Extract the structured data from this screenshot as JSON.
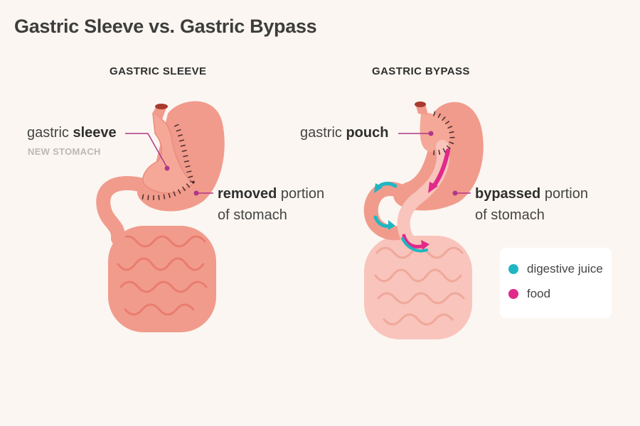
{
  "title": "Gastric Sleeve vs. Gastric Bypass",
  "sleeve": {
    "heading": "GASTRIC SLEEVE",
    "label_pre": "gastric ",
    "label_bold": "sleeve",
    "sublabel": "NEW STOMACH",
    "removed_bold": "removed",
    "removed_rest": " portion",
    "removed_line2": "of stomach"
  },
  "bypass": {
    "heading": "GASTRIC BYPASS",
    "label_pre": "gastric ",
    "label_bold": "pouch",
    "bypassed_bold": "bypassed",
    "bypassed_rest": " portion",
    "bypassed_line2": "of stomach"
  },
  "legend": {
    "items": [
      {
        "label": "digestive juice",
        "color": "#1fb6c4"
      },
      {
        "label": "food",
        "color": "#e02a8a"
      }
    ]
  },
  "colors": {
    "organ": "#f19b8d",
    "organ_light": "#f8c4bb",
    "leader": "#b0378a",
    "staple": "#4a2c2c"
  }
}
